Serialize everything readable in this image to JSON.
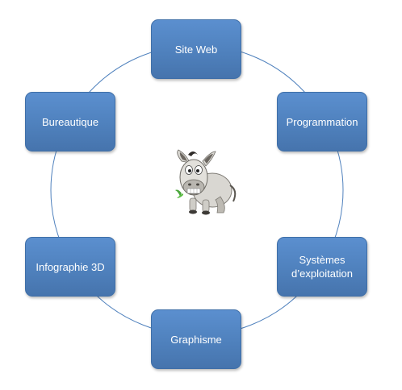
{
  "diagram": {
    "nodes": [
      {
        "label": "Site Web"
      },
      {
        "label": "Programmation"
      },
      {
        "label": "Systèmes\nd’exploitation"
      },
      {
        "label": "Graphisme"
      },
      {
        "label": "Infographie 3D"
      },
      {
        "label": "Bureautique"
      }
    ],
    "center_icon": "donkey-mascot-icon",
    "colors": {
      "node_fill": "#4f81bd",
      "node_text": "#ffffff",
      "ring_stroke": "#4f81bd"
    }
  }
}
